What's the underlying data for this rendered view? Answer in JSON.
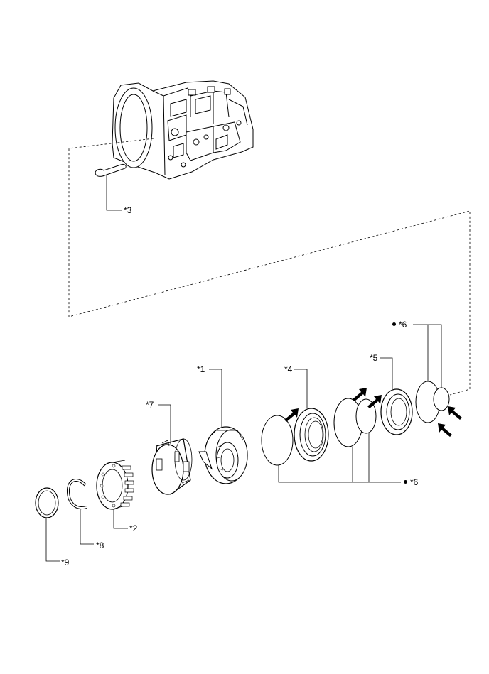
{
  "callouts": {
    "c1": "*1",
    "c2": "*2",
    "c3": "*3",
    "c4": "*4",
    "c5": "*5",
    "c6_top": "*6",
    "c6_bottom": "*6",
    "c7": "*7",
    "c8": "*8",
    "c9": "*9"
  },
  "colors": {
    "line": "#000000",
    "fill": "#ffffff",
    "detail": "#333333"
  }
}
